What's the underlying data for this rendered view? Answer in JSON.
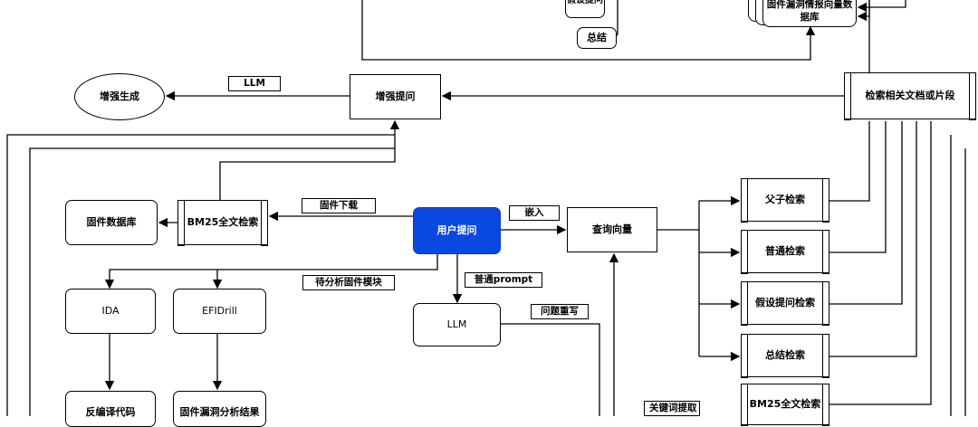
{
  "nodes": {
    "enhanced_generation": "增强生成",
    "enhanced_question": "增强提问",
    "retrieve_docs": "检索相关文档或片段",
    "user_question": "用户提问",
    "query_vector": "查询向量",
    "firmware_db": "固件数据库",
    "bm25_left": "BM25全文检索",
    "ida": "IDA",
    "efidrill": "EFIDrill",
    "llm_mid": "LLM",
    "parent_child": "父子检索",
    "normal_retrieval": "普通检索",
    "hypo_question": "假设提问检索",
    "summary_retrieval": "总结检索",
    "bm25_right": "BM25全文检索",
    "decompiled_code": "反编译代码",
    "vuln_results": "固件漏洞分析结果",
    "summary_top": "总结",
    "hypo_top": "假设提问",
    "vector_db": "固件漏洞情报向量数据库"
  },
  "labels": {
    "llm_top": "LLM",
    "firmware_download": "固件下载",
    "embed": "嵌入",
    "modules_to_analyze": "待分析固件模块",
    "normal_prompt": "普通prompt",
    "question_rewrite": "问题重写",
    "keyword_extract": "关键词提取"
  },
  "colors": {
    "accent": "#0a49e0"
  }
}
